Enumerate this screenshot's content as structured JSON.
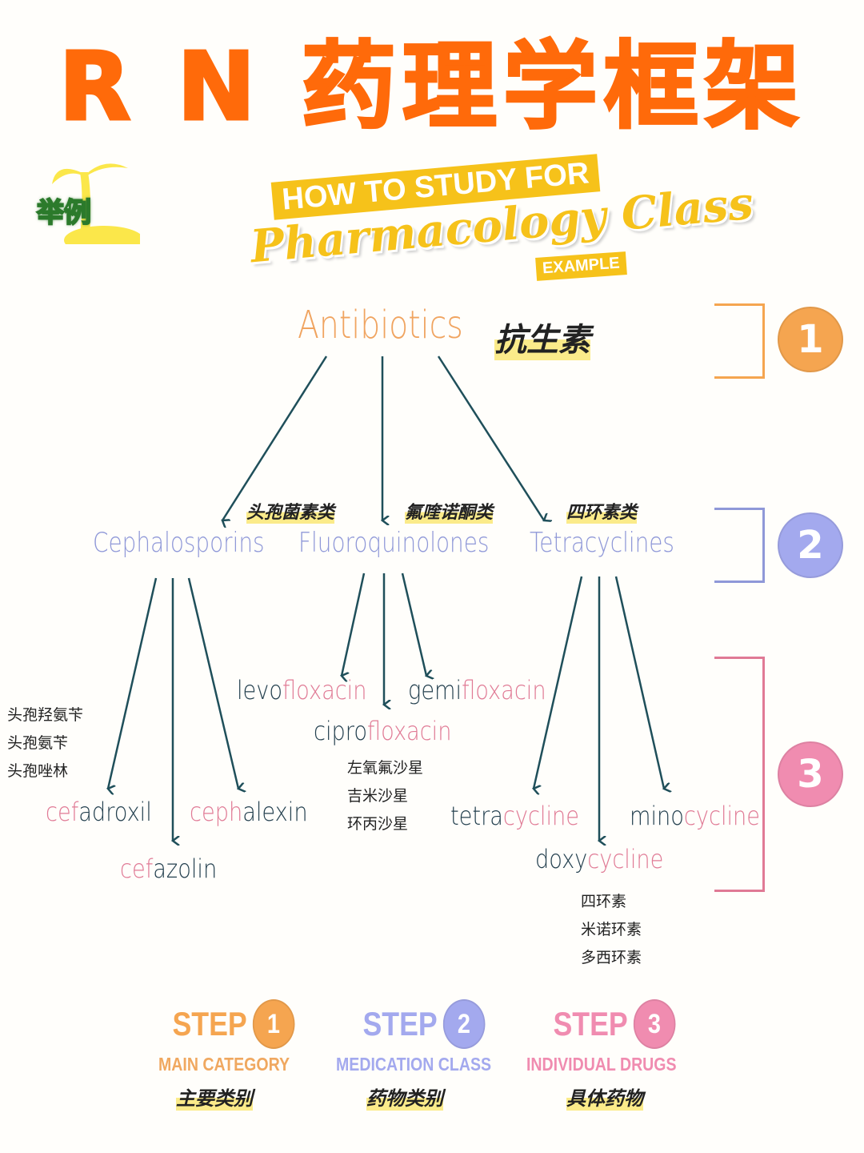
{
  "title": "R N 药理学框架",
  "badge": "举例",
  "header": {
    "line1": "HOW TO STUDY FOR",
    "line2": "Pharmacology Class",
    "tag": "EXAMPLE"
  },
  "colors": {
    "title": "#ff6a0a",
    "step1": "#f5a550",
    "step2": "#a3a9ee",
    "step3": "#f08cb0",
    "arrow": "#1f4f5a",
    "yellow": "#f6c21a"
  },
  "level1": {
    "en": "Antibiotics",
    "cn": "抗生素",
    "number": "1"
  },
  "level2": {
    "number": "2",
    "classes": [
      {
        "en": "Cephalosporins",
        "cn": "头孢菌素类"
      },
      {
        "en": "Fluoroquinolones",
        "cn": "氟喹诺酮类"
      },
      {
        "en": "Tetracyclines",
        "cn": "四环素类"
      }
    ]
  },
  "level3": {
    "number": "3",
    "drugs": {
      "cefadroxil": [
        "cef",
        "adroxil"
      ],
      "cephalexin": [
        "ceph",
        "alexin"
      ],
      "cefazolin": [
        "cef",
        "azolin"
      ],
      "levofloxacin": [
        "levo",
        "floxacin"
      ],
      "gemifloxacin": [
        "gemi",
        "floxacin"
      ],
      "ciprofloxacin": [
        "cipro",
        "floxacin"
      ],
      "tetracycline": [
        "tetra",
        "cycline"
      ],
      "minocycline": [
        "mino",
        "cycline"
      ],
      "doxycycline": [
        "doxy",
        "cycline"
      ]
    },
    "cn_ceph": [
      "头孢羟氨苄",
      "头孢氨苄",
      "头孢唑林"
    ],
    "cn_fluoro": [
      "左氧氟沙星",
      "吉米沙星",
      "环丙沙星"
    ],
    "cn_tetra": [
      "四环素",
      "米诺环素",
      "多西环素"
    ]
  },
  "steps": [
    {
      "label": "STEP",
      "number": "1",
      "en": "MAIN CATEGORY",
      "cn": "主要类别"
    },
    {
      "label": "STEP",
      "number": "2",
      "en": "MEDICATION CLASS",
      "cn": "药物类别"
    },
    {
      "label": "STEP",
      "number": "3",
      "en": "INDIVIDUAL DRUGS",
      "cn": "具体药物"
    }
  ]
}
